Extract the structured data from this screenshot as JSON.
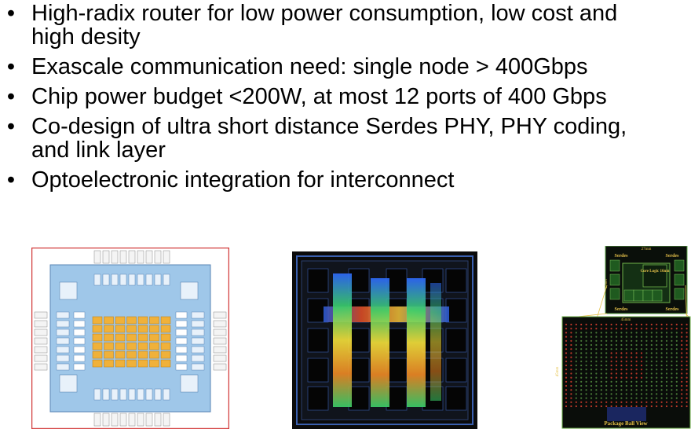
{
  "bullets": [
    {
      "lines": [
        "High-radix router for low power consumption, low cost and",
        "high desity"
      ]
    },
    {
      "lines": [
        "Exascale communication need: single node > 400Gbps"
      ]
    },
    {
      "lines": [
        "Chip power budget <200W, at most 12 ports of  400 Gbps"
      ]
    },
    {
      "lines": [
        "Co-design of ultra short distance Serdes PHY, PHY coding,",
        "and link layer"
      ]
    },
    {
      "lines": [
        "Optoelectronic integration for interconnect"
      ]
    }
  ],
  "bullet_symbol": "•",
  "figure3": {
    "serdes_label": "Serdes",
    "core_logic_label": "Core Logic 16nm",
    "width_27": "27mm",
    "width_45": "45mm",
    "height_27": "27mm",
    "height_45": "45mm",
    "package_label": "Package Ball View"
  },
  "colors": {
    "fig1_border": "#d23a3a",
    "fig1_inner": "#9fc7e9",
    "fig1_core": "#f0b13a",
    "fig2_bg": "#0b0b0b",
    "fig3_bg": "#0a0f0a",
    "fig3_accent": "#e6c24a"
  }
}
